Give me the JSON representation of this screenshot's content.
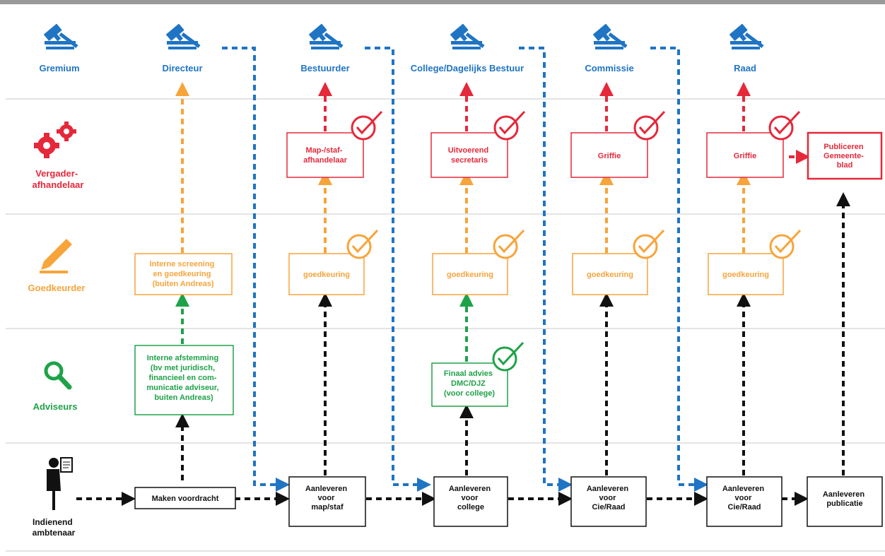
{
  "colors": {
    "blue": "#1f74c4",
    "red": "#e5283a",
    "orange": "#f7a43a",
    "green": "#1ea248",
    "black": "#111111",
    "rule": "#c8c8c8",
    "top_bar": "#9a9a9a"
  },
  "icons": {
    "gremium": "gavel-icon",
    "vergader": "gears-icon",
    "goedkeurder": "pencil-icon",
    "adviseurs": "magnifier-icon",
    "indienend": "person-with-document-icon",
    "approved": "check-circle-icon"
  },
  "lanes": {
    "gremium": [
      "Gremium"
    ],
    "vergader": [
      "Vergader-",
      "afhandelaar"
    ],
    "goedkeurder": [
      "Goedkeurder"
    ],
    "adviseurs": [
      "Adviseurs"
    ],
    "indienend": [
      "Indienend",
      "ambtenaar"
    ]
  },
  "gremia": {
    "directeur": "Directeur",
    "bestuurder": "Bestuurder",
    "college": "College/Dagelijks Bestuur",
    "commissie": "Commissie",
    "raad": "Raad"
  },
  "boxes": {
    "maken_voordracht": [
      "Maken voordracht"
    ],
    "aanleveren_mapstaf": [
      "Aanleveren",
      "voor",
      "map/staf"
    ],
    "aanleveren_college": [
      "Aanleveren",
      "voor",
      "college"
    ],
    "aanleveren_cie_1": [
      "Aanleveren",
      "voor",
      "Cie/Raad"
    ],
    "aanleveren_cie_2": [
      "Aanleveren",
      "voor",
      "Cie/Raad"
    ],
    "aanleveren_publicatie": [
      "Aanleveren",
      "publicatie"
    ],
    "interne_afstemming": [
      "Interne afstemming",
      "(bv met juridisch,",
      "financieel en com-",
      "municatie adviseur,",
      "buiten Andreas)"
    ],
    "finaal_advies": [
      "Finaal advies",
      "DMC/DJZ",
      "(voor college)"
    ],
    "interne_screening": [
      "Interne screening",
      "en goedkeuring",
      "(buiten Andreas)"
    ],
    "goedkeuring_1": [
      "goedkeuring"
    ],
    "goedkeuring_2": [
      "goedkeuring"
    ],
    "goedkeuring_3": [
      "goedkeuring"
    ],
    "goedkeuring_4": [
      "goedkeuring"
    ],
    "mapstaf_afhandelaar": [
      "Map-/staf-",
      "afhandelaar"
    ],
    "uitvoerend_secretaris": [
      "Uitvoerend",
      "secretaris"
    ],
    "griffie_1": [
      "Griffie"
    ],
    "griffie_2": [
      "Griffie"
    ],
    "publiceren": [
      "Publiceren",
      "Gemeente-",
      "blad"
    ]
  }
}
